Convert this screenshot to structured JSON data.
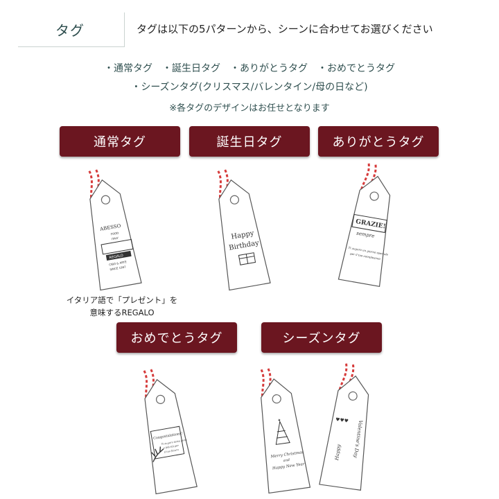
{
  "header": {
    "tab_label": "タグ",
    "description": "タグは以下の5パターンから、シーンに合わせてお選びください"
  },
  "intro": {
    "line1": "・通常タグ　・誕生日タグ　・ありがとうタグ　・おめでとうタグ",
    "line2": "・シーズンタグ(クリスマス/バレンタイン/母の日など)",
    "line3": "※各タグのデザインはお任せとなります"
  },
  "categories": [
    {
      "label": "通常タグ"
    },
    {
      "label": "誕生日タグ"
    },
    {
      "label": "ありがとうタグ"
    },
    {
      "label": "おめでとうタグ"
    },
    {
      "label": "シーズンタグ"
    }
  ],
  "tags": {
    "regular": {
      "brand": "ABESSO",
      "sub1": "FOOD",
      "sub2": "ITALY",
      "banner": "REGALO",
      "small": "CIBO & ARTE",
      "year": "SINCE 1997"
    },
    "birthday": {
      "line1": "Happy",
      "line2": "Birthday"
    },
    "thanks": {
      "title": "GRAZIE!",
      "script": "sempre",
      "line1": "Ti auguro un giorno speciale",
      "line2": "per il tuo compleanno"
    },
    "congrats": {
      "title": "Congratulations!",
      "line1": "Ti auguro tanta gioia",
      "line2": "e felicità per",
      "line3": "il tuo futuro"
    },
    "christmas": {
      "line1": "Merry Christmas",
      "line2": "and",
      "line3": "Happy New Year"
    },
    "valentine": {
      "left": "Happy",
      "right": "Valentine's Day"
    }
  },
  "regular_note": {
    "line1": "イタリア語で「プレゼント」を",
    "line2": "意味するREGALO"
  },
  "colors": {
    "button_bg": "#6b1620",
    "accent_text": "#2f4f4f",
    "string_red": "#d63b3b"
  }
}
